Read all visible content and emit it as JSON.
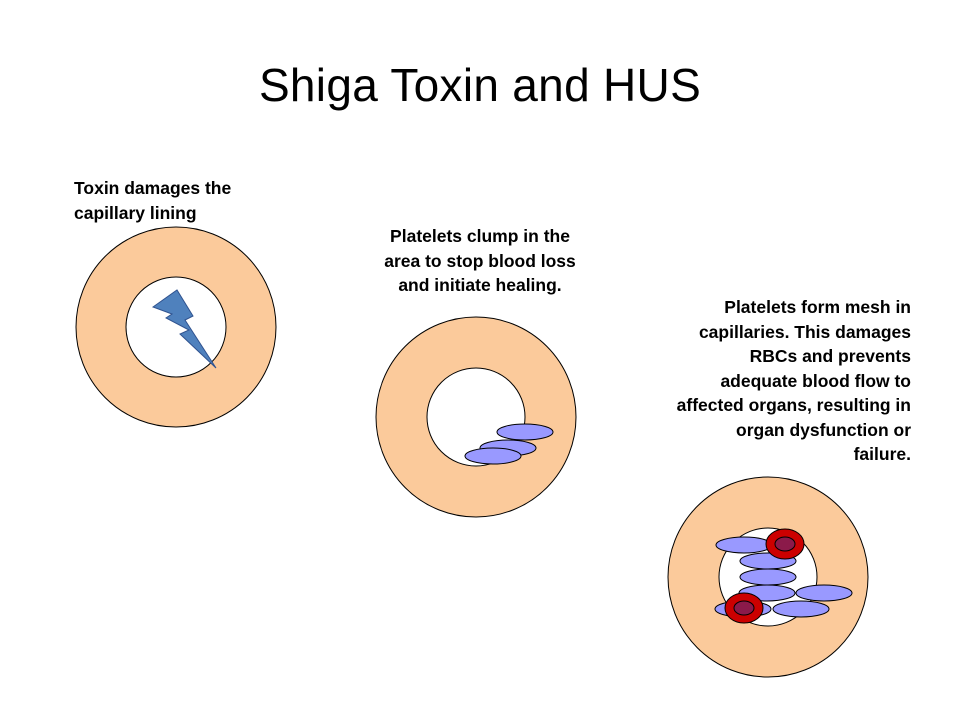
{
  "slide": {
    "title": "Shiga Toxin and HUS"
  },
  "stages": [
    {
      "caption_lines": [
        "Toxin damages the",
        "capillary lining"
      ]
    },
    {
      "caption_lines": [
        "Platelets clump in the",
        "area to stop blood loss",
        "and initiate healing."
      ]
    },
    {
      "caption_lines": [
        "Platelets form mesh in",
        "capillaries. This damages",
        "RBCs and prevents",
        "adequate blood flow to",
        "affected organs, resulting in",
        "organ dysfunction or",
        "failure."
      ]
    }
  ],
  "colors": {
    "capillary_wall": "#FBCA9B",
    "platelet": "#9999FF",
    "toxin_bolt": "#4F81BD",
    "rbc_outer": "#CC0000",
    "rbc_inner": "#8B1A4A",
    "outline": "#000000"
  },
  "icons": {
    "toxin": "lightning-bolt-icon"
  }
}
